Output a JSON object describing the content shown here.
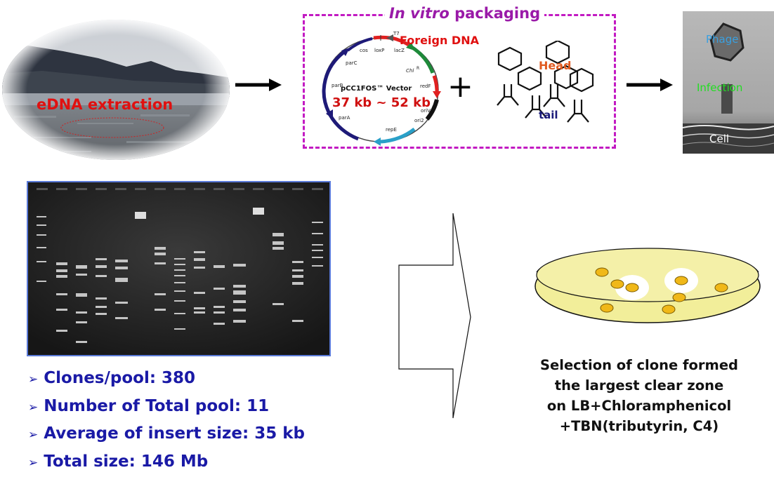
{
  "ecosystem": {
    "label": "eDNA extraction"
  },
  "packaging": {
    "title_italic": "In vitro",
    "title_rest": " packaging",
    "foreign_dna": "Foreign DNA",
    "vector_name": "pCC1FOS™ Vector",
    "insert_size": "37 kb ~ 52 kb",
    "plus": "+",
    "head_label": "Head",
    "tail_label": "tail",
    "map_labels": [
      "cos",
      "loxP",
      "lacZ",
      "T7",
      "Chl",
      "R",
      "redF",
      "oriV",
      "ori2",
      "repE",
      "parA",
      "parB",
      "parC"
    ]
  },
  "phage_image": {
    "phage": "Phage",
    "infection": "Infection",
    "cell": "Cell"
  },
  "library_stats": [
    "Clones/pool: 380",
    "Number of Total pool: 11",
    "Average of insert size: 35 kb",
    "Total size: 146 Mb"
  ],
  "selection_text": [
    "Selection of clone formed",
    "the largest clear zone",
    "on LB+Chloramphenicol",
    "+TBN(tributyrin, C4)"
  ],
  "colors": {
    "packaging_border": "#c21ac2",
    "title": "#9a1aa8",
    "foreign_dna": "#e01010",
    "insert_size": "#d01010",
    "bullet_text": "#1a1aa6",
    "head": "#e05a20",
    "tail": "#1a1a7a",
    "phage_label": "#3aa0e0",
    "infection_label": "#22dd22",
    "edna_label": "#e01010",
    "gel_border": "#5a7ad8",
    "plate_fill": "#f2ee9a",
    "colony": "#f0b818"
  }
}
